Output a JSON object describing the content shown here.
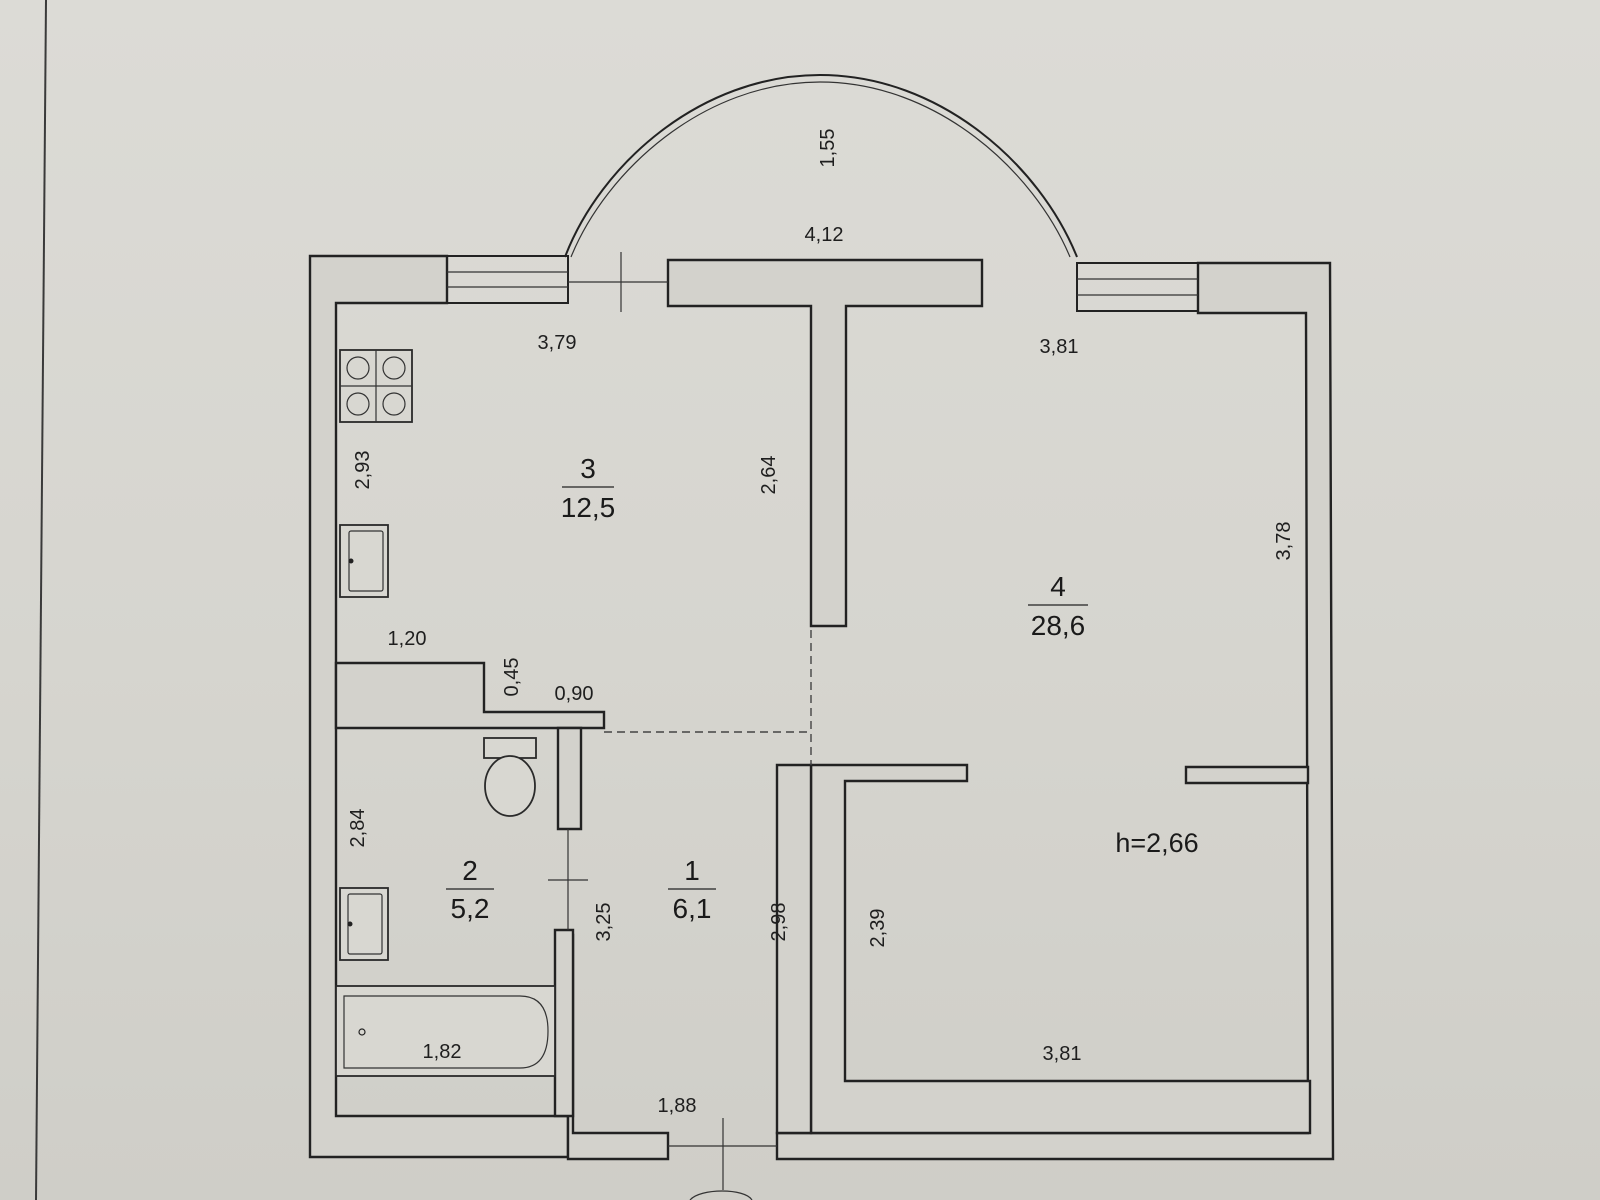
{
  "plan": {
    "rooms": [
      {
        "id": "1",
        "number": "1",
        "area": "6,1"
      },
      {
        "id": "2",
        "number": "2",
        "area": "5,2"
      },
      {
        "id": "3",
        "number": "3",
        "area": "12,5"
      },
      {
        "id": "4",
        "number": "4",
        "area": "28,6"
      }
    ],
    "ceiling_height": "h=2,66",
    "dimensions": {
      "bay_depth": "1,55",
      "bay_width": "4,12",
      "kitchen_width": "3,79",
      "living_width": "3,81",
      "kitchen_wall_left": "2,93",
      "kitchen_partition": "2,64",
      "living_right": "3,78",
      "kitchen_ledge_width": "1,20",
      "kitchen_ledge_depth": "0,45",
      "hall_top": "0,90",
      "bath_height": "2,84",
      "hall_partition": "3,25",
      "hall_right": "2,98",
      "alcove_left": "2,39",
      "alcove_bottom": "3,81",
      "bath_width": "1,82",
      "entry_width": "1,88"
    }
  }
}
